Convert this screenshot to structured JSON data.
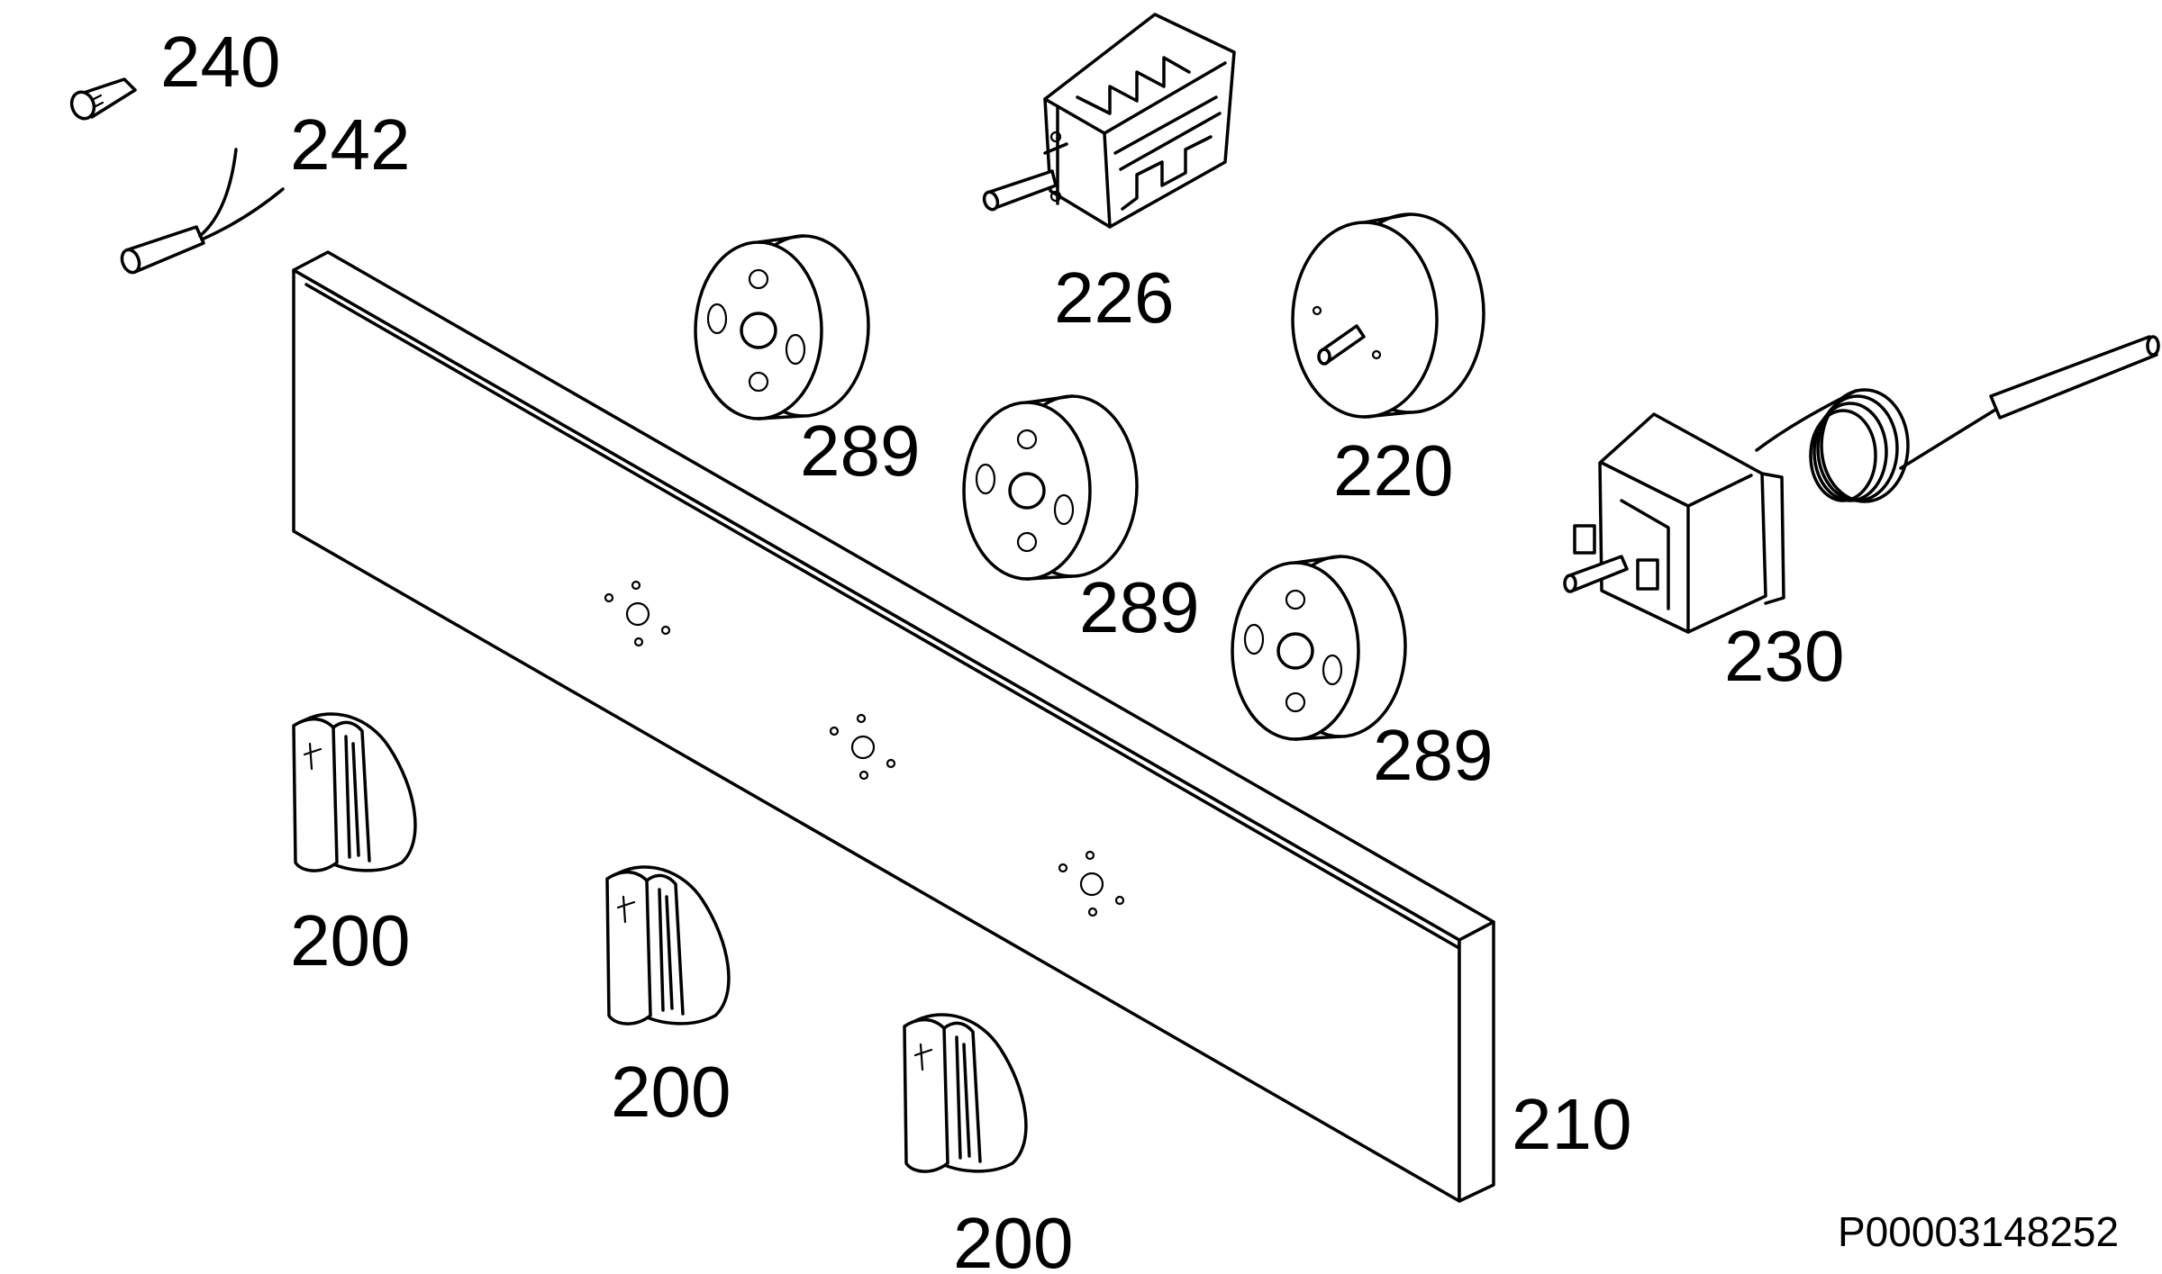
{
  "callouts": {
    "screw": "240",
    "probe": "242",
    "selector_switch": "226",
    "spacer_1": "289",
    "spacer_2": "289",
    "spacer_3": "289",
    "timer": "220",
    "thermostat": "230",
    "knob_1": "200",
    "knob_2": "200",
    "knob_3": "200",
    "panel": "210"
  },
  "drawing_number": "P00003148252"
}
